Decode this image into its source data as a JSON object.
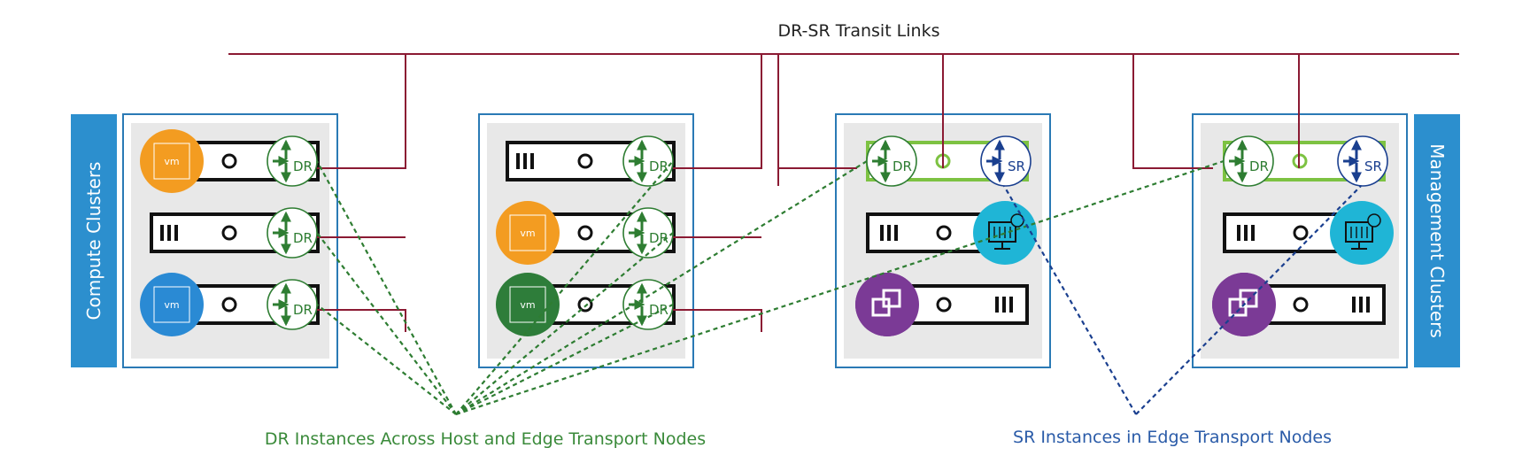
{
  "title": "DR-SR Transit Links",
  "side_labels": {
    "compute": "Compute Clusters",
    "management": "Management Clusters"
  },
  "captions": {
    "dr": "DR Instances Across Host and Edge Transport Nodes",
    "sr": "SR Instances in Edge Transport Nodes"
  },
  "router_labels": {
    "dr": "DR",
    "sr": "SR"
  },
  "vm_label": "vm",
  "colors": {
    "transit_line": "#8b1a33",
    "cluster_border": "#2a7ab5",
    "side_bar": "#2c8fce",
    "dr_green": "#2e7d32",
    "sr_blue": "#1a3f8f",
    "edge_green": "#7dc242",
    "vm_orange": "#f39c21",
    "vm_blue": "#2a8ad4",
    "vm_green": "#2e7d3a",
    "monitor_cyan": "#1fb5d6",
    "nsx_purple": "#7b3a96"
  },
  "clusters": [
    {
      "type": "compute",
      "servers": [
        {
          "left": "vm-orange",
          "router": "dr"
        },
        {
          "left": "bars",
          "router": "dr"
        },
        {
          "left": "vm-blue",
          "router": "dr"
        }
      ]
    },
    {
      "type": "compute",
      "servers": [
        {
          "left": "bars",
          "router": "dr"
        },
        {
          "left": "vm-orange",
          "router": "dr"
        },
        {
          "left": "vm-green",
          "router": "dr"
        }
      ]
    },
    {
      "type": "edge",
      "servers": [
        {
          "left": "edge-node",
          "routers": [
            "dr",
            "sr"
          ]
        },
        {
          "left": "bars",
          "icon": "monitor"
        },
        {
          "left": "nsx",
          "right": "bars"
        }
      ]
    },
    {
      "type": "edge",
      "servers": [
        {
          "left": "edge-node",
          "routers": [
            "dr",
            "sr"
          ]
        },
        {
          "left": "bars",
          "icon": "monitor"
        },
        {
          "left": "nsx",
          "right": "bars"
        }
      ]
    }
  ]
}
